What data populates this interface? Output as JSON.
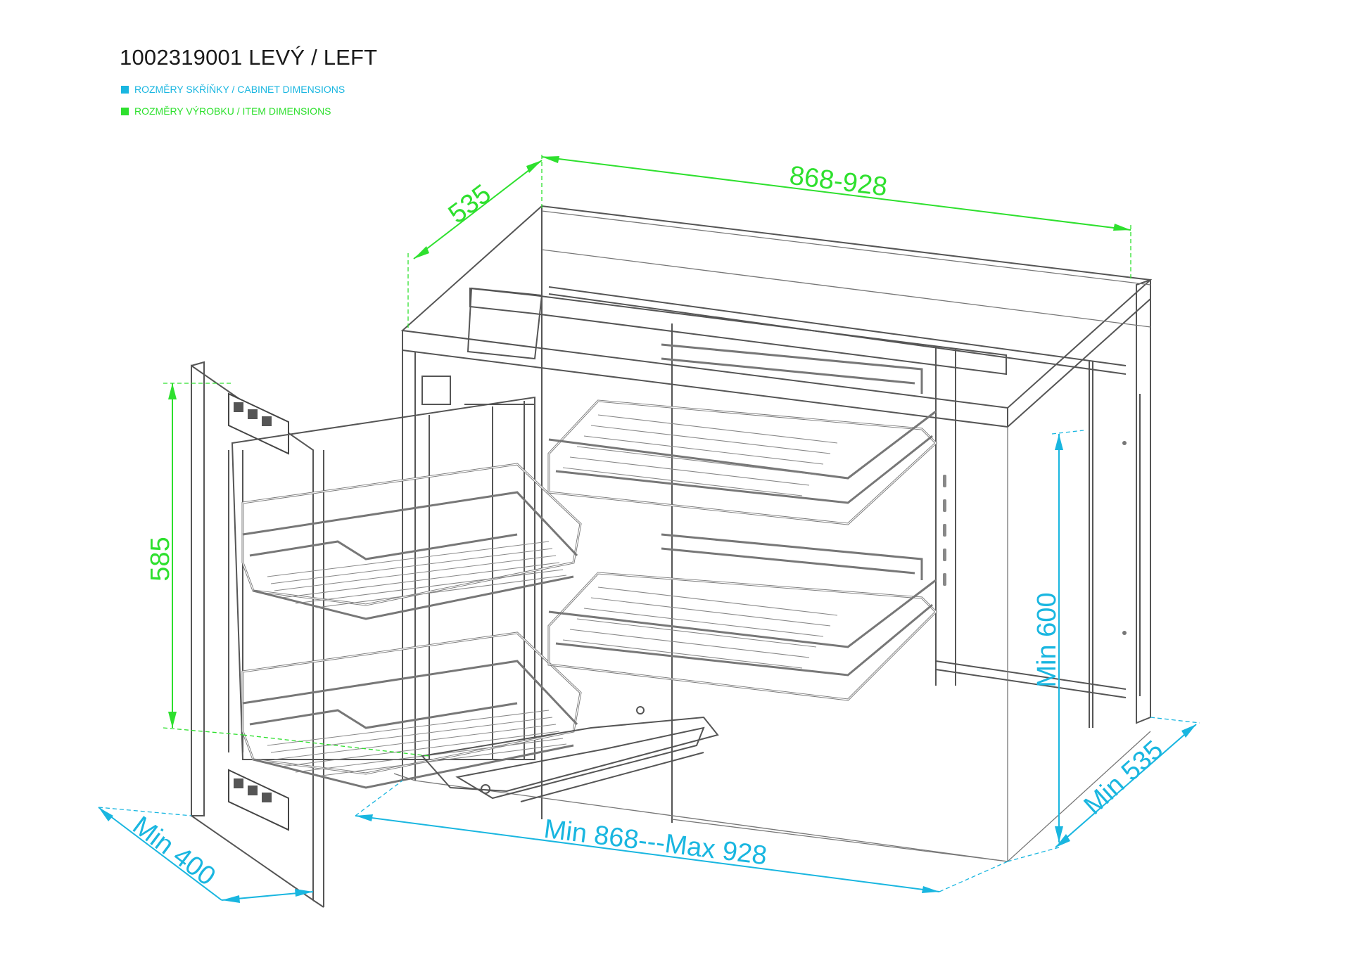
{
  "header": {
    "title": "1002319001 LEVÝ / LEFT",
    "legend": [
      {
        "label": "ROZMĚRY SKŘÍŇKY / CABINET DIMENSIONS",
        "color": "#19b6e0"
      },
      {
        "label": "ROZMĚRY VÝROBKU / ITEM DIMENSIONS",
        "color": "#2ee02e"
      }
    ]
  },
  "dimensions": {
    "item_depth": "535",
    "item_width": "868-928",
    "item_height": "585",
    "cabinet_height": "Min 600",
    "cabinet_depth": "Min 535",
    "cabinet_width": "Min 868---Max 928",
    "door_width": "Min 400"
  },
  "colors": {
    "cabinet": "#19b6e0",
    "item": "#2ee02e",
    "drawing": "#555555"
  }
}
